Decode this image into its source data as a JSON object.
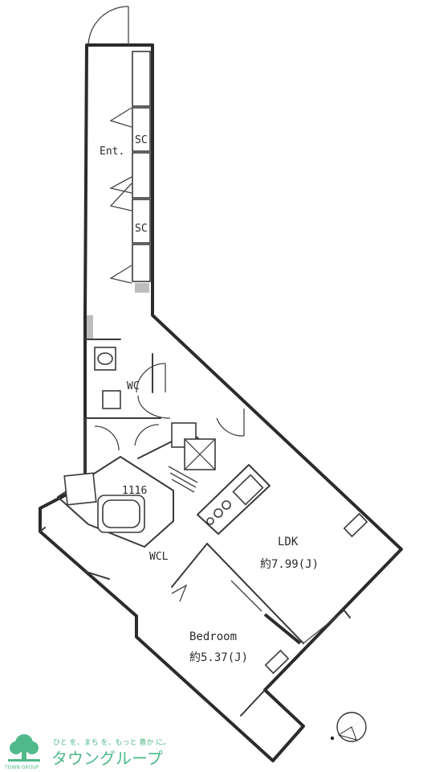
{
  "rooms": {
    "entrance": "Ent.",
    "shoe_closet_1": "SC",
    "shoe_closet_2": "SC",
    "toilet": "WC",
    "bath": "1116",
    "walk_in_closet": "WCL",
    "ldk_name": "LDK",
    "ldk_size": "約7.99(J)",
    "bedroom_name": "Bedroom",
    "bedroom_size": "約5.37(J)"
  },
  "logo": {
    "tagline": "ひと を、まち を、もっと 豊か に。",
    "brand": "タウングループ",
    "mark_caption": "TOWN GROUP",
    "brand_color": "#4fb98a"
  },
  "compass": {
    "icon": "north-arrow-icon"
  }
}
